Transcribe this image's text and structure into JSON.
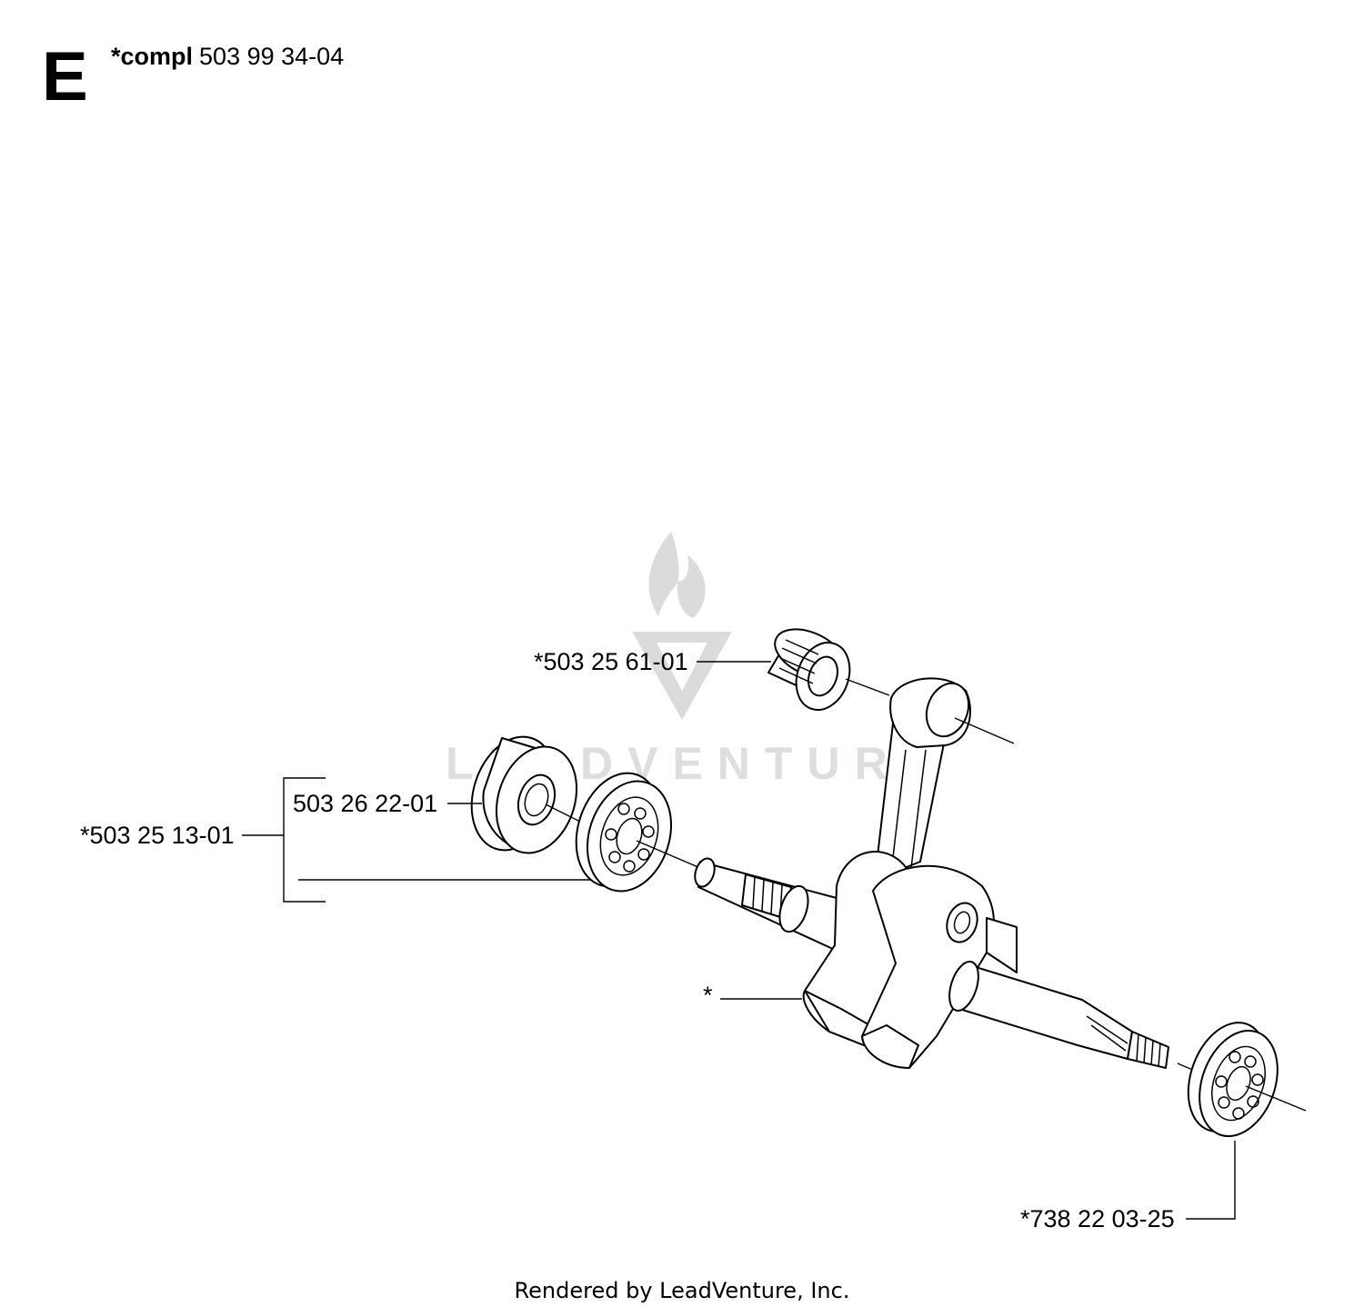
{
  "header": {
    "section_letter": "E",
    "compl_prefix": "*compl",
    "compl_number": "503 99 34-04"
  },
  "callouts": {
    "needle_bearing": "*503 25 61-01",
    "seal": "503 26 22-01",
    "bearing_kit": "*503 25 13-01",
    "crankshaft": "*",
    "right_bearing": "*738 22 03-25"
  },
  "watermark": {
    "text": "LEADVENTURE"
  },
  "footer": {
    "text": "Rendered by LeadVenture, Inc."
  }
}
